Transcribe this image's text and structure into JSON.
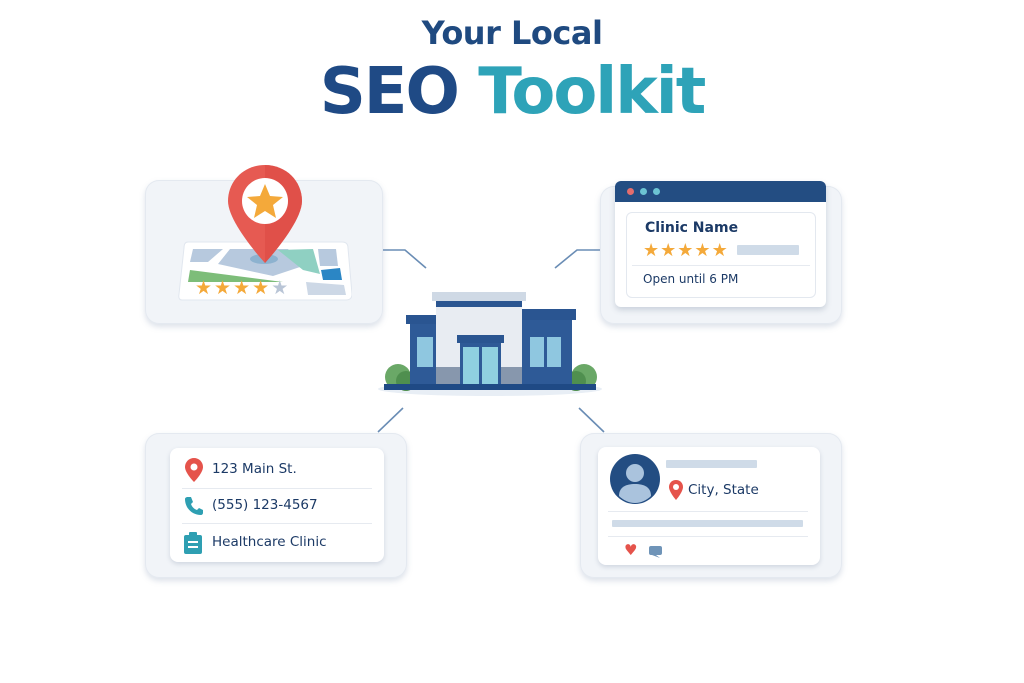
{
  "header": {
    "title_line1": "Your Local",
    "title_word1": "SEO",
    "title_word2": "Toolkit"
  },
  "colors": {
    "navy": "#1f4a85",
    "teal": "#2ea3b8",
    "red_pin": "#e5534b",
    "star_gold": "#f4a93a",
    "star_empty": "#b9c5d6",
    "panel_bg": "#f1f4f8"
  },
  "map_panel": {
    "icon": "map-pin-star-icon",
    "rating_filled": 4,
    "rating_total": 5
  },
  "listing_panel": {
    "window_dots": [
      "#e46d6d",
      "#6cc4d3",
      "#6cc4d3"
    ],
    "business_name": "Clinic Name",
    "rating_filled": 5,
    "rating_total": 5,
    "hours": "Open until 6 PM"
  },
  "center": {
    "icon": "storefront-building-icon"
  },
  "contact_panel": {
    "rows": [
      {
        "icon": "location-pin-icon",
        "text": "123 Main St."
      },
      {
        "icon": "phone-icon",
        "text": "(555) 123-4567"
      },
      {
        "icon": "clipboard-category-icon",
        "text": "Healthcare Clinic"
      }
    ]
  },
  "social_panel": {
    "icon": "user-avatar-icon",
    "location": "City, State",
    "actions": [
      "heart-icon",
      "comment-icon"
    ]
  }
}
